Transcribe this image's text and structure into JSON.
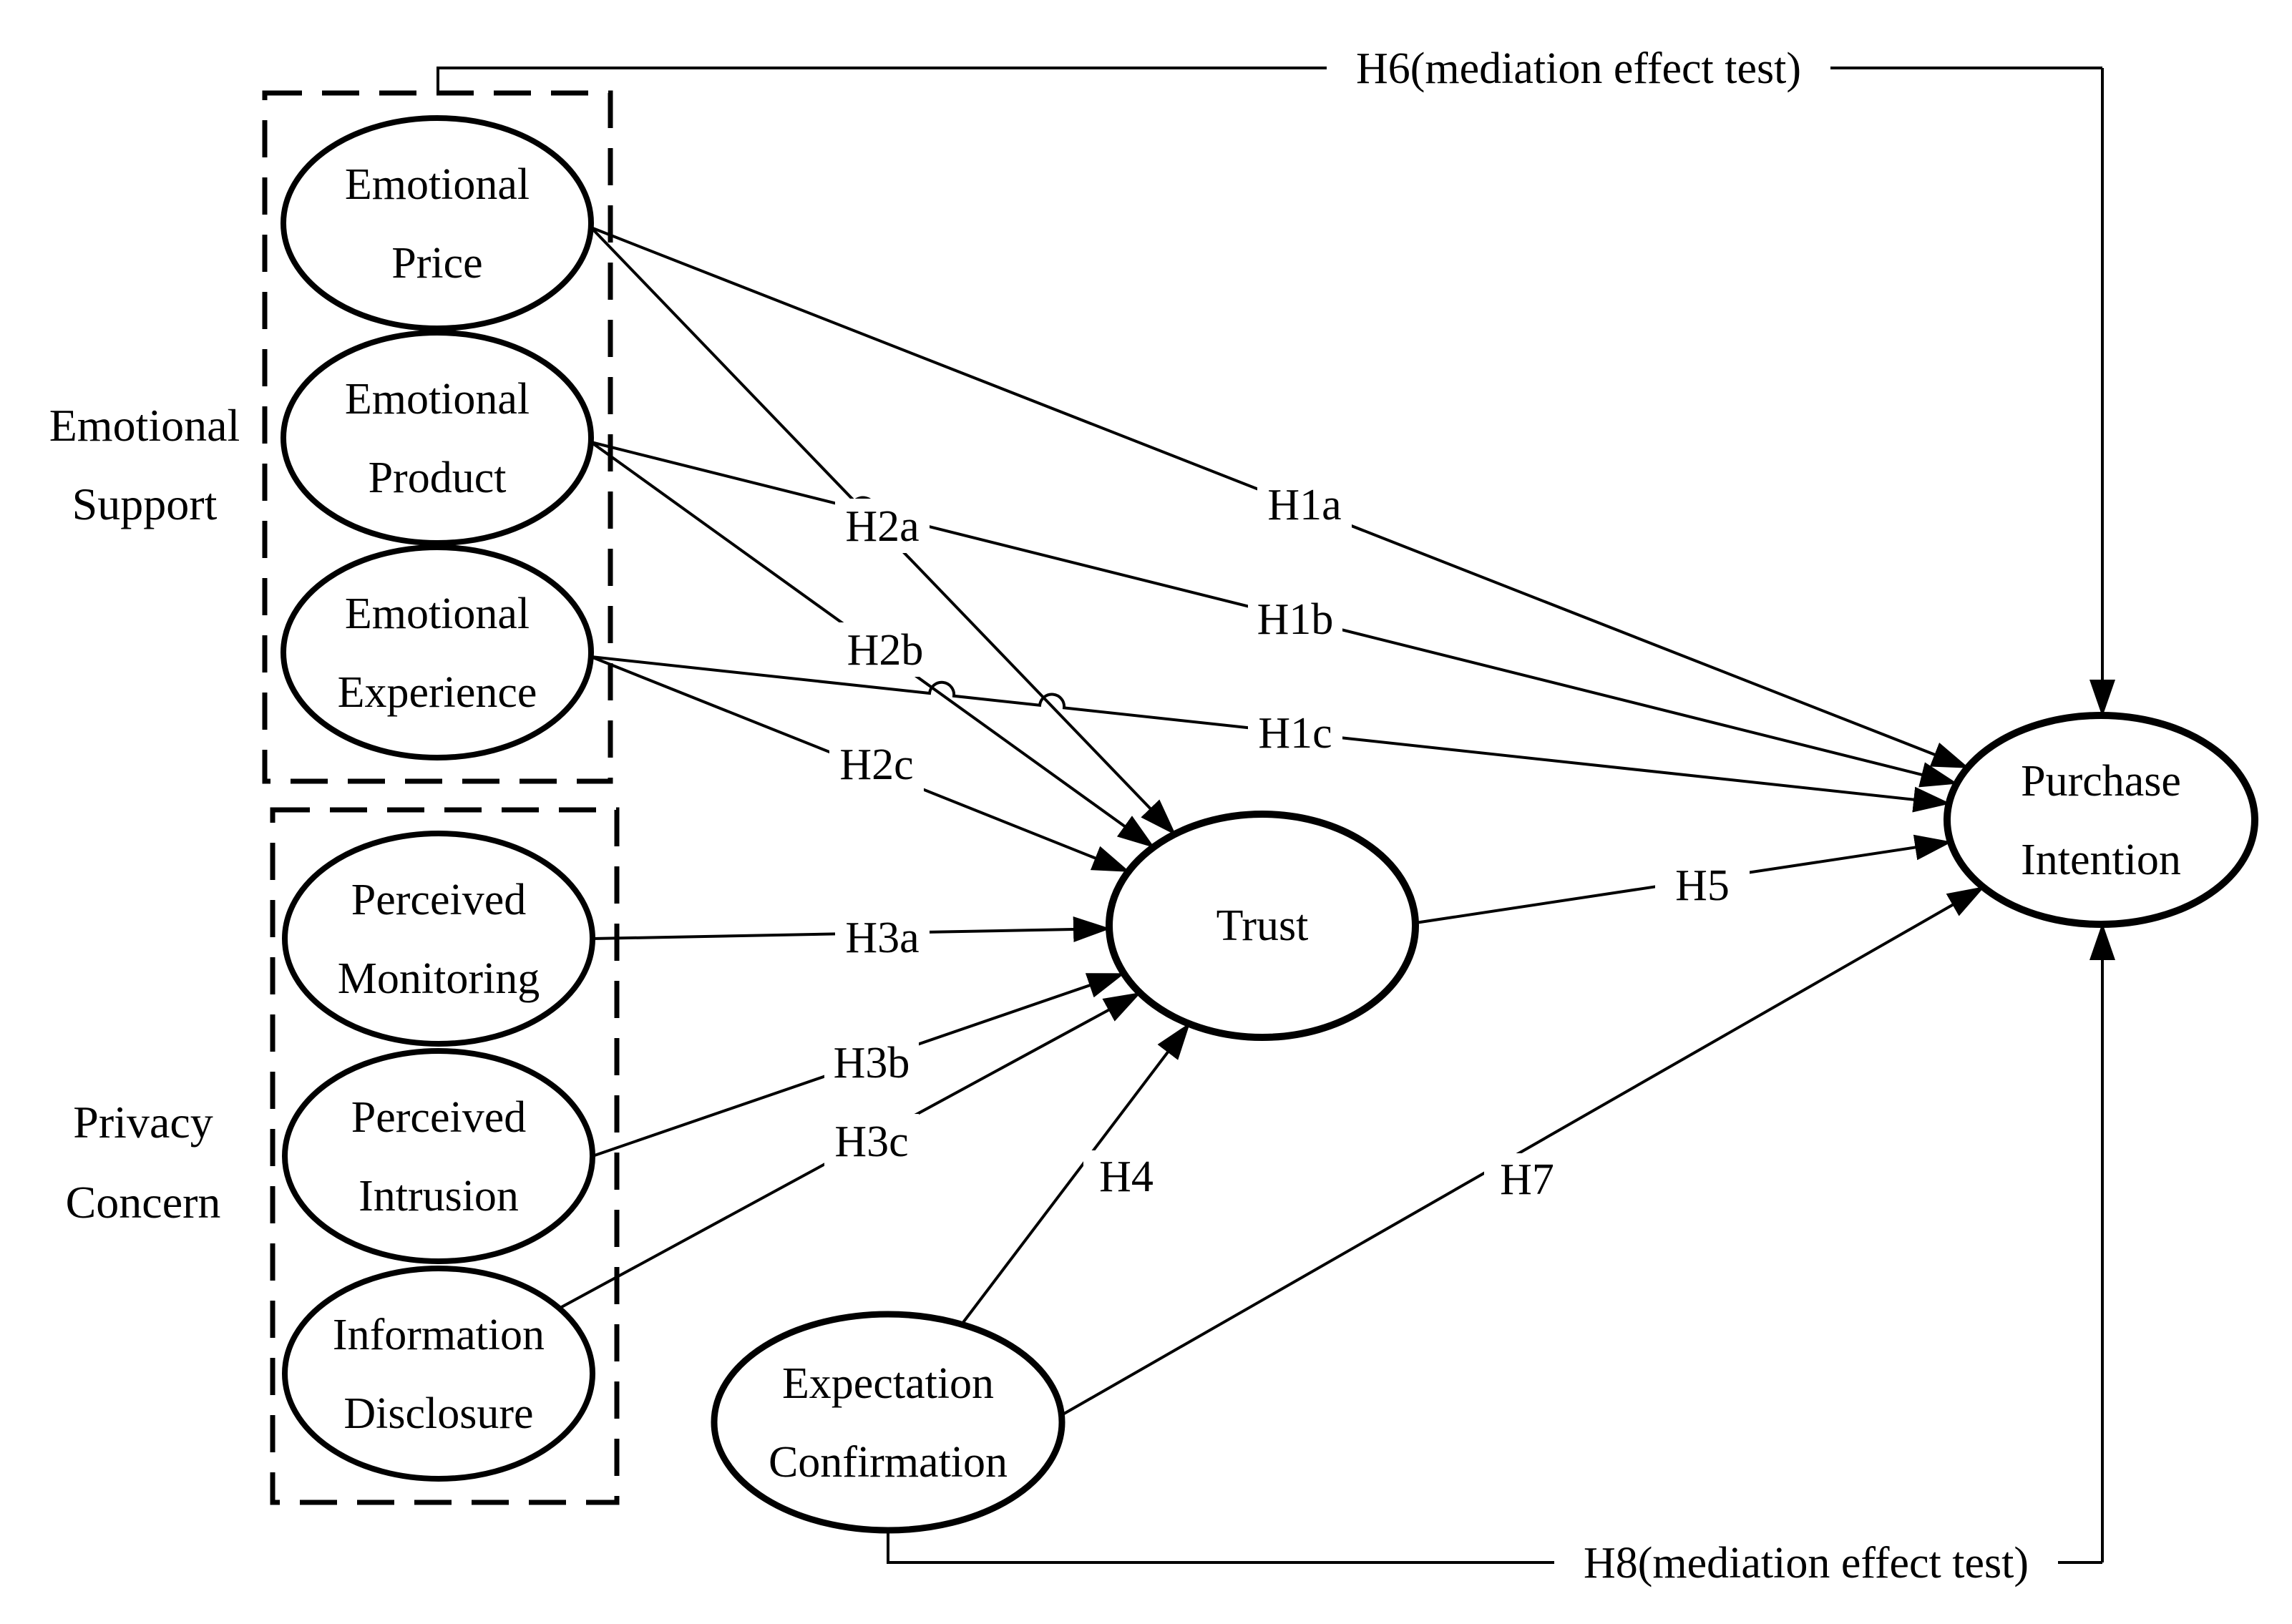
{
  "groups": {
    "emotional_support": {
      "line1": "Emotional",
      "line2": "Support"
    },
    "privacy_concern": {
      "line1": "Privacy",
      "line2": "Concern"
    }
  },
  "nodes": {
    "emotional_price": {
      "line1": "Emotional",
      "line2": "Price"
    },
    "emotional_product": {
      "line1": "Emotional",
      "line2": "Product"
    },
    "emotional_experience": {
      "line1": "Emotional",
      "line2": "Experience"
    },
    "perceived_monitoring": {
      "line1": "Perceived",
      "line2": "Monitoring"
    },
    "perceived_intrusion": {
      "line1": "Perceived",
      "line2": "Intrusion"
    },
    "information_disclosure": {
      "line1": "Information",
      "line2": "Disclosure"
    },
    "trust": {
      "label": "Trust"
    },
    "purchase_intention": {
      "line1": "Purchase",
      "line2": "Intention"
    },
    "expectation_confirmation": {
      "line1": "Expectation",
      "line2": "Confirmation"
    }
  },
  "edges": {
    "h1a": {
      "label": "H1a",
      "from": "Emotional Price",
      "to": "Purchase Intention"
    },
    "h1b": {
      "label": "H1b",
      "from": "Emotional Product",
      "to": "Purchase Intention"
    },
    "h1c": {
      "label": "H1c",
      "from": "Emotional Experience",
      "to": "Purchase Intention"
    },
    "h2a": {
      "label": "H2a",
      "from": "Emotional Price",
      "to": "Trust"
    },
    "h2b": {
      "label": "H2b",
      "from": "Emotional Product",
      "to": "Trust"
    },
    "h2c": {
      "label": "H2c",
      "from": "Emotional Experience",
      "to": "Trust"
    },
    "h3a": {
      "label": "H3a",
      "from": "Perceived Monitoring",
      "to": "Trust"
    },
    "h3b": {
      "label": "H3b",
      "from": "Perceived Intrusion",
      "to": "Trust"
    },
    "h3c": {
      "label": "H3c",
      "from": "Information Disclosure",
      "to": "Trust"
    },
    "h4": {
      "label": "H4",
      "from": "Expectation Confirmation",
      "to": "Trust"
    },
    "h5": {
      "label": "H5",
      "from": "Trust",
      "to": "Purchase Intention"
    },
    "h6": {
      "label": "H6(mediation effect test)",
      "from": "Emotional Support",
      "to": "Purchase Intention"
    },
    "h7": {
      "label": "H7",
      "from": "Expectation Confirmation",
      "to": "Purchase Intention"
    },
    "h8": {
      "label": "H8(mediation effect test)",
      "from": "Expectation Confirmation",
      "to": "Purchase Intention"
    }
  },
  "colors": {
    "stroke": "#000000",
    "background": "#ffffff"
  }
}
